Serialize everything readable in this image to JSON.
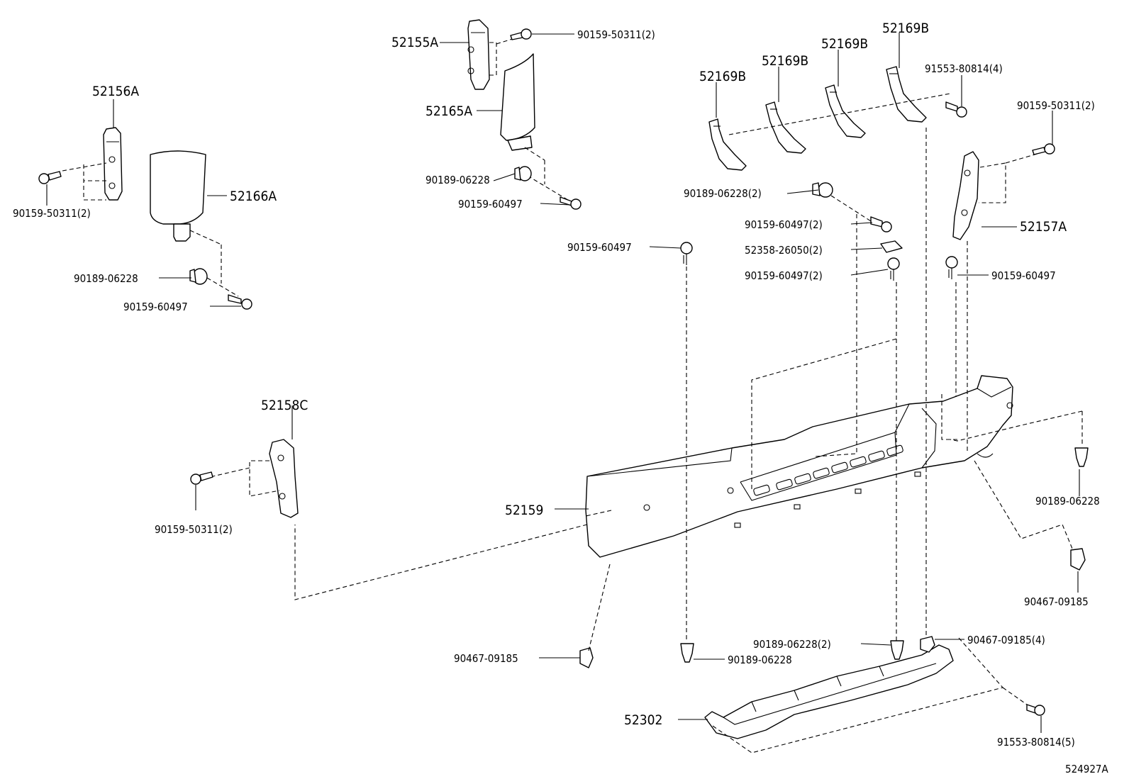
{
  "diagram_id": "524927A",
  "callouts": {
    "p52155A": "52155A",
    "p52156A": "52156A",
    "p52165A": "52165A",
    "p52166A": "52166A",
    "p52169B_1": "52169B",
    "p52169B_2": "52169B",
    "p52169B_3": "52169B",
    "p52169B_4": "52169B",
    "p52157A": "52157A",
    "p52158C": "52158C",
    "p52159": "52159",
    "p52302": "52302",
    "f90159_50311_2_a": "90159-50311(2)",
    "f90159_50311_2_b": "90159-50311(2)",
    "f90159_50311_2_c": "90159-50311(2)",
    "f90159_50311_2_d": "90159-50311(2)",
    "f90189_06228_a": "90189-06228",
    "f90189_06228_b": "90189-06228",
    "f90189_06228_c": "90189-06228",
    "f90189_06228_d": "90189-06228",
    "f90189_06228_2_a": "90189-06228(2)",
    "f90189_06228_2_b": "90189-06228(2)",
    "f90159_60497_a": "90159-60497",
    "f90159_60497_b": "90159-60497",
    "f90159_60497_c": "90159-60497",
    "f90159_60497_d": "90159-60497",
    "f90159_60497_2_a": "90159-60497(2)",
    "f90159_60497_2_b": "90159-60497(2)",
    "f52358_26050_2": "52358-26050(2)",
    "f91553_80814_4": "91553-80814(4)",
    "f91553_80814_5": "91553-80814(5)",
    "f90467_09185_a": "90467-09185",
    "f90467_09185_b": "90467-09185",
    "f90467_09185_4": "90467-09185(4)"
  }
}
